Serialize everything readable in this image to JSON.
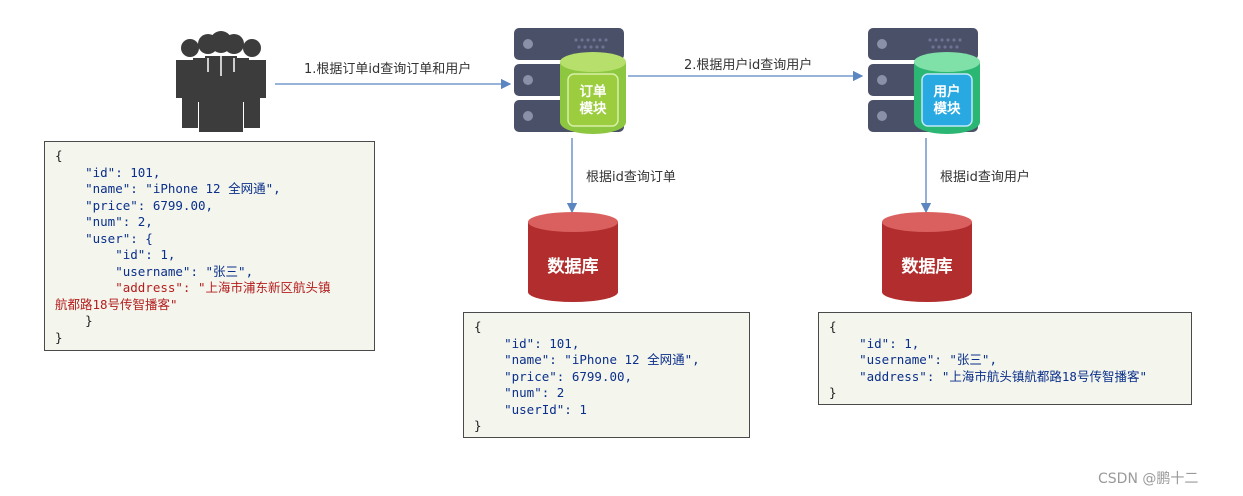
{
  "arrows": {
    "label1": "1.根据订单id查询订单和用户",
    "label2": "2.根据用户id查询用户",
    "label3": "根据id查询订单",
    "label4": "根据id查询用户"
  },
  "modules": {
    "order": {
      "line1": "订单",
      "line2": "模块",
      "color": "#8dc63f"
    },
    "user": {
      "line1": "用户",
      "line2": "模块",
      "color": "#29a9e1"
    }
  },
  "databases": {
    "order_db": "数据库",
    "user_db": "数据库",
    "color": "#b22d2d"
  },
  "code_blocks": {
    "result": [
      "{",
      "    \"id\": 101,",
      "    \"name\": \"iPhone 12 全网通\",",
      "    \"price\": 6799.00,",
      "    \"num\": 2,",
      "    \"user\": {",
      "        \"id\": 1,",
      "        \"username\": \"张三\",",
      "        \"address\": \"上海市浦东新区航头镇",
      "航都路18号传智播客\"",
      "    }",
      "}"
    ],
    "order": [
      "{",
      "    \"id\": 101,",
      "    \"name\": \"iPhone 12 全网通\",",
      "    \"price\": 6799.00,",
      "    \"num\": 2",
      "    \"userId\": 1",
      "}"
    ],
    "user": [
      "{",
      "    \"id\": 1,",
      "    \"username\": \"张三\",",
      "    \"address\": \"上海市航头镇航都路18号传智播客\"",
      "}"
    ]
  },
  "watermark": "CSDN @鹏十二",
  "colors": {
    "arrow": "#5b86c0",
    "server": "#4a5068",
    "people": "#3c3c3c"
  }
}
